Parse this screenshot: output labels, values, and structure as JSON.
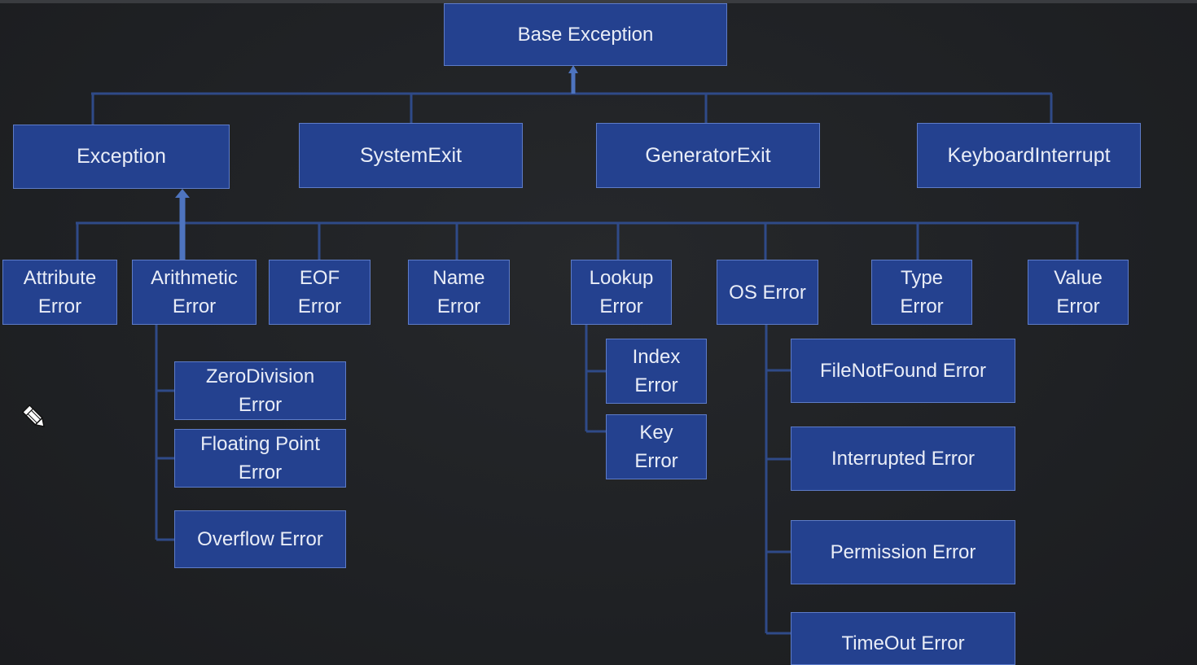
{
  "nodes": {
    "base_exception": "Base Exception",
    "exception": "Exception",
    "system_exit": "SystemExit",
    "generator_exit": "GeneratorExit",
    "keyboard_interrupt": "KeyboardInterrupt",
    "attribute_error": "Attribute\nError",
    "arithmetic_error": "Arithmetic\nError",
    "eof_error": "EOF\nError",
    "name_error": "Name\nError",
    "lookup_error": "Lookup\nError",
    "os_error": "OS Error",
    "type_error": "Type\nError",
    "value_error": "Value\nError",
    "zero_division_error": "ZeroDivision\nError",
    "floating_point_error": "Floating Point\nError",
    "overflow_error": "Overflow Error",
    "index_error": "Index\nError",
    "key_error": "Key\nError",
    "file_not_found_error": "FileNotFound Error",
    "interrupted_error": "Interrupted Error",
    "permission_error": "Permission Error",
    "timeout_error": "TimeOut Error"
  },
  "colors": {
    "background": "#1f2124",
    "node_fill": "#24418f",
    "node_border": "#5e7cc8",
    "node_text": "#e9edf7",
    "connector": "#2f4a88",
    "arrow": "#4e74bf"
  },
  "cursor_icon": "pencil-cursor-icon"
}
